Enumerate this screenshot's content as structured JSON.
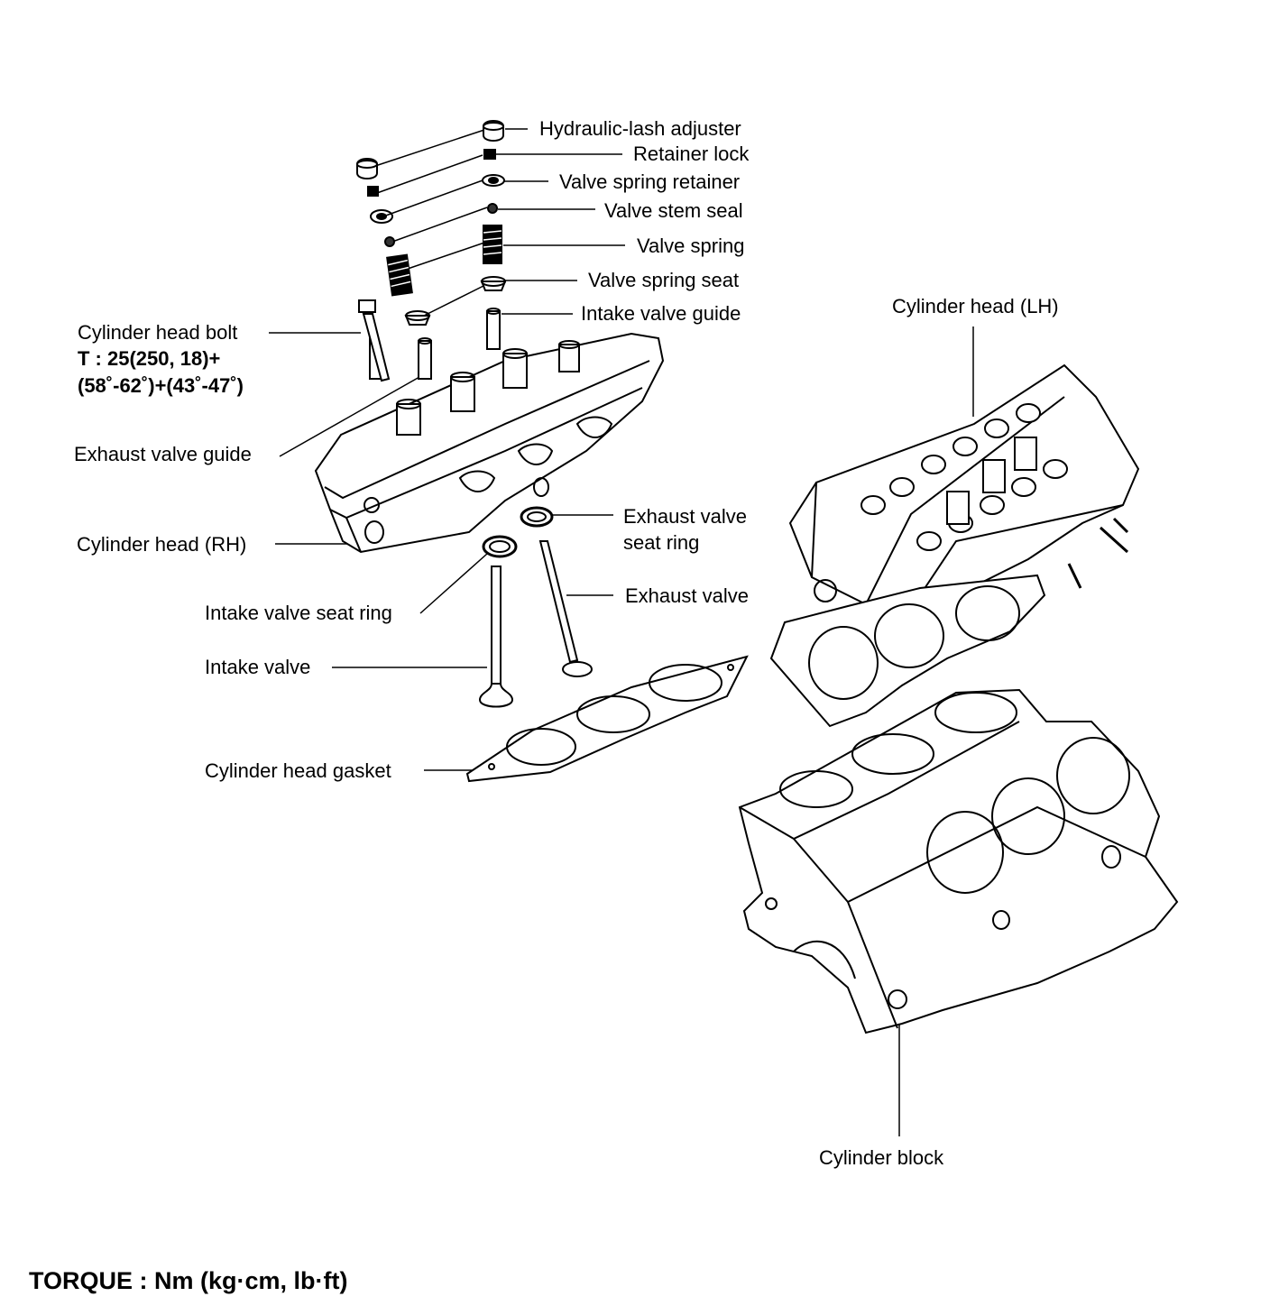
{
  "labels": {
    "hydraulic_lash_adjuster": "Hydraulic-lash adjuster",
    "retainer_lock": "Retainer lock",
    "valve_spring_retainer": "Valve spring retainer",
    "valve_stem_seal": "Valve stem seal",
    "valve_spring": "Valve spring",
    "valve_spring_seat": "Valve spring seat",
    "intake_valve_guide": "Intake valve guide",
    "cylinder_head_bolt": "Cylinder head bolt",
    "torque_line1": "T : 25(250, 18)+",
    "torque_line2": "(58˚-62˚)+(43˚-47˚)",
    "exhaust_valve_guide": "Exhaust valve guide",
    "cylinder_head_rh": "Cylinder head (RH)",
    "exhaust_valve_seat_ring_1": "Exhaust valve",
    "exhaust_valve_seat_ring_2": "seat ring",
    "exhaust_valve": "Exhaust valve",
    "intake_valve_seat_ring": "Intake valve seat ring",
    "intake_valve": "Intake valve",
    "cylinder_head_gasket": "Cylinder head gasket",
    "cylinder_head_lh": "Cylinder head (LH)",
    "cylinder_block": "Cylinder block"
  },
  "footer": "TORQUE : Nm (kg·cm, lb·ft)"
}
